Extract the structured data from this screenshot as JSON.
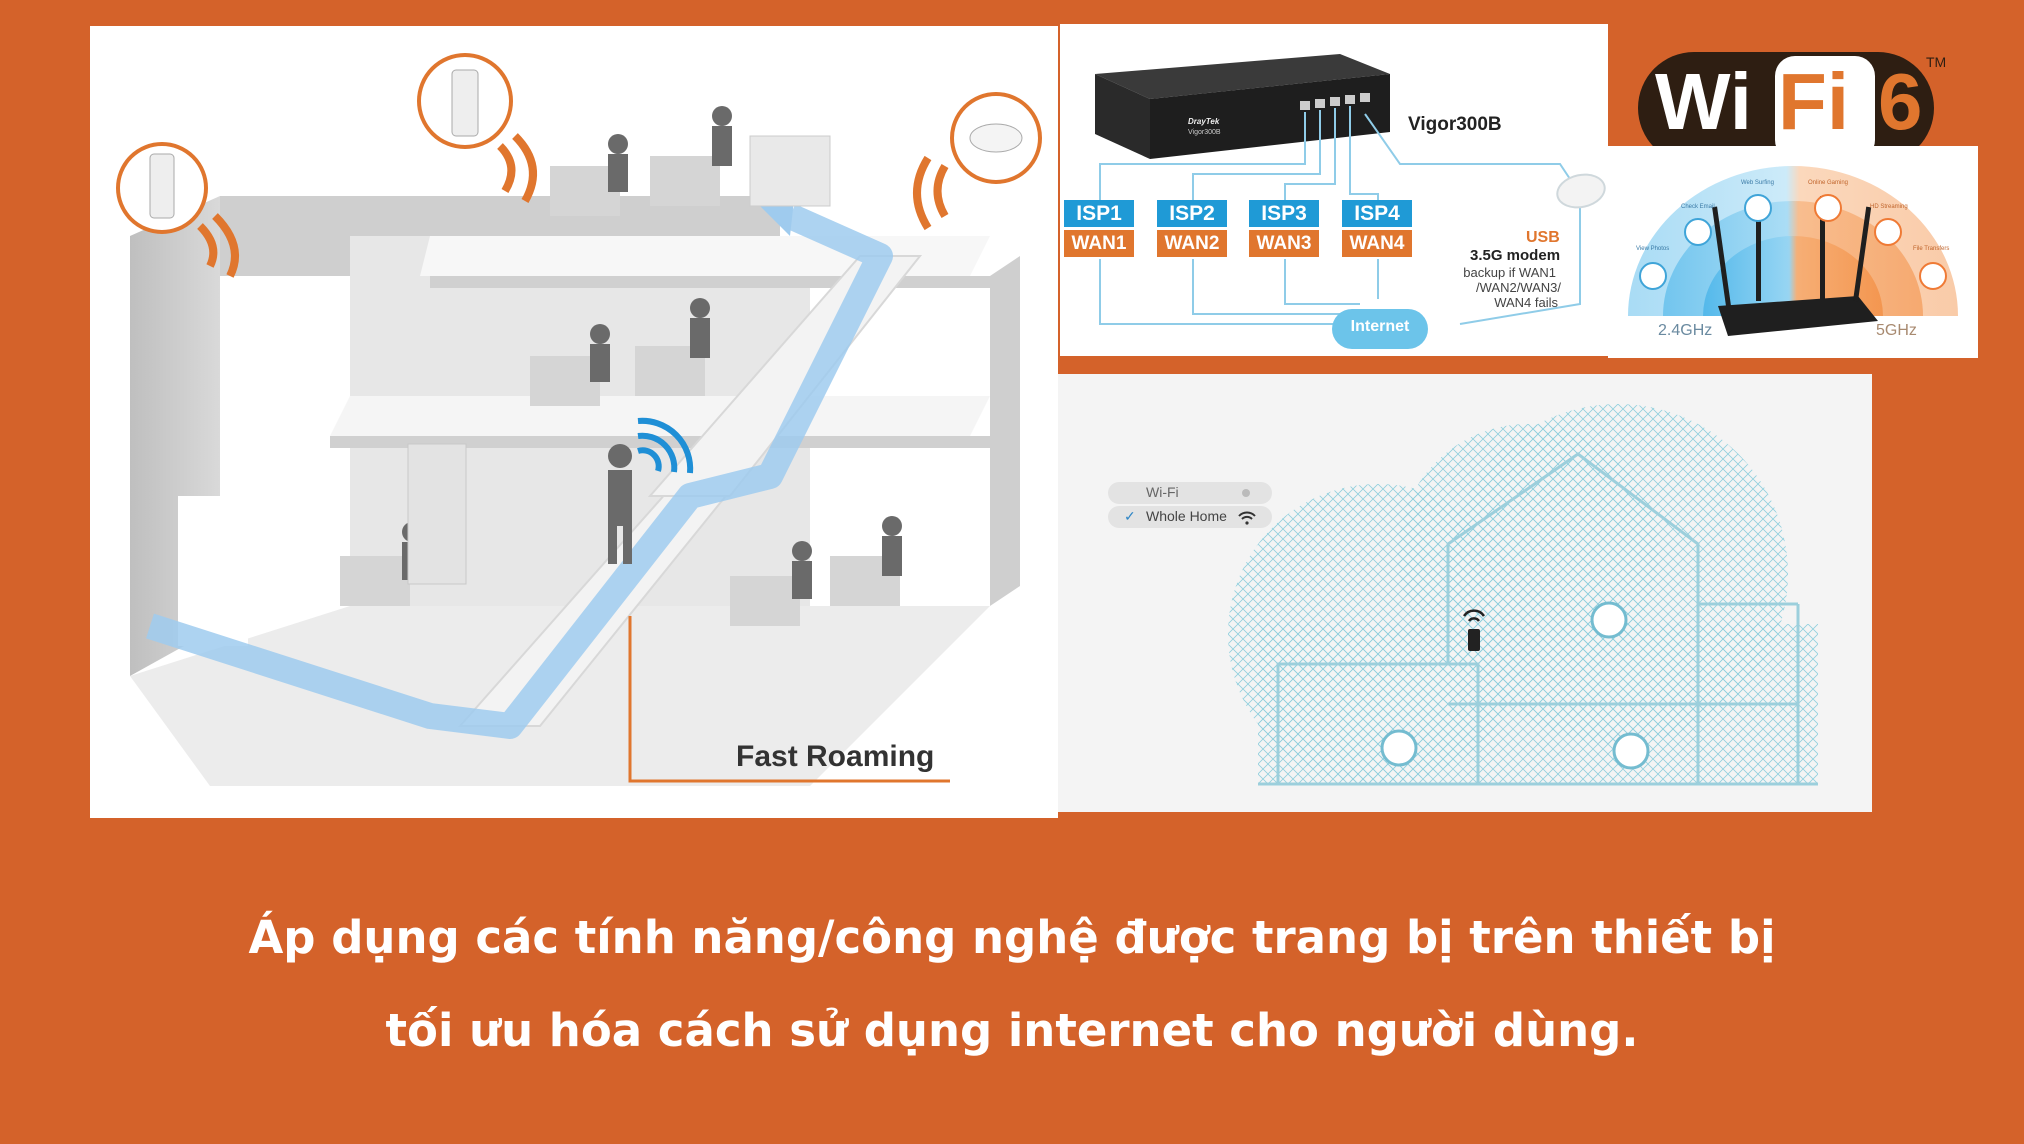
{
  "roaming": {
    "label": "Fast Roaming"
  },
  "multiwan": {
    "model": "Vigor300B",
    "isp_labels": [
      "ISP1",
      "ISP2",
      "ISP3",
      "ISP4"
    ],
    "wan_labels": [
      "WAN1",
      "WAN2",
      "WAN3",
      "WAN4"
    ],
    "usb_label": "USB",
    "modem_title": "3.5G modem",
    "modem_lines": [
      "backup if WAN1",
      "/WAN2/WAN3/",
      "WAN4 fails"
    ],
    "internet_label": "Internet",
    "brand_small": "DrayTek",
    "model_small": "Vigor300B"
  },
  "wifi6": {
    "logo_wi": "Wi",
    "logo_fi": "Fi",
    "logo_num": "6",
    "logo_tm": "TM",
    "band_left": "2.4GHz",
    "band_right": "5GHz",
    "uses": [
      "View Photos",
      "Check Email",
      "Web Surfing",
      "Online Gaming",
      "HD Streaming",
      "File Transfers"
    ]
  },
  "mesh": {
    "option_wifi": "Wi-Fi",
    "option_whole_home": "Whole Home"
  },
  "caption": {
    "line1": "Áp dụng các tính năng/công nghệ được trang bị trên thiết bị",
    "line2": "tối ưu hóa cách sử dụng internet cho người dùng."
  },
  "colors": {
    "background": "#d4622a",
    "accent_orange": "#e0762e",
    "isp_blue": "#1f9ad6",
    "roaming_blue": "#9fcbee"
  }
}
